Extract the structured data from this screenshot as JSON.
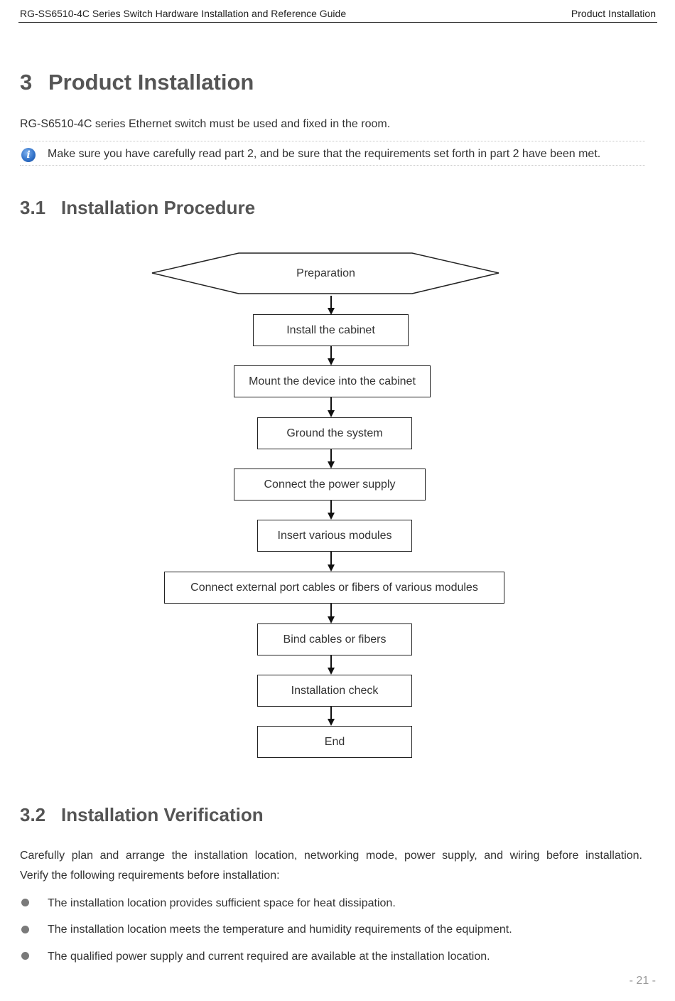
{
  "header": {
    "doc_title": "RG-SS6510-4C Series Switch Hardware Installation and Reference Guide",
    "section": "Product Installation"
  },
  "chapter": {
    "number": "3",
    "title": "Product Installation"
  },
  "intro": "RG-S6510-4C series Ethernet switch must be used and fixed in the room.",
  "note": {
    "icon": "info-icon",
    "text": "Make sure you have carefully read part 2, and be sure that the requirements set forth in part 2 have been met."
  },
  "section_1": {
    "number": "3.1",
    "title": "Installation Procedure"
  },
  "flowchart": {
    "start": "Preparation",
    "steps": [
      "Install the cabinet",
      "Mount the device into the cabinet",
      "Ground the system",
      "Connect the power supply",
      "Insert various modules",
      "Connect external port cables or fibers of various modules",
      "Bind cables or fibers",
      "Installation check",
      "End"
    ]
  },
  "section_2": {
    "number": "3.2",
    "title": "Installation Verification"
  },
  "verification": {
    "para_line1": "Carefully plan and arrange the installation location, networking mode, power supply, and wiring before installation.",
    "para_line2": "Verify the following requirements before installation:",
    "bullets": [
      "The installation location provides sufficient space for heat dissipation.",
      "The installation location meets the temperature and humidity requirements of the equipment.",
      "The qualified power supply and current required are available at the installation location."
    ]
  },
  "footer": {
    "page_number": "- 21 -"
  }
}
